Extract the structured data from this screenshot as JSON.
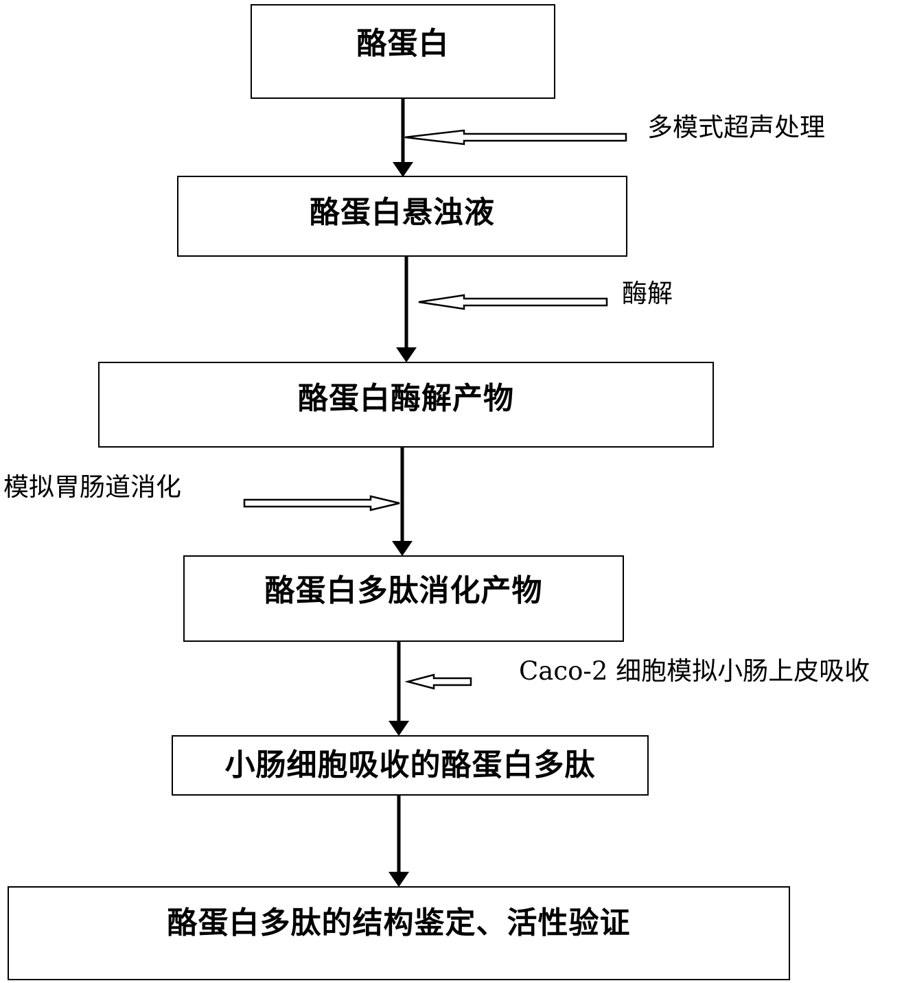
{
  "steps": [
    "酪蛋白",
    "酪蛋白悬浊液",
    "酪蛋白酶解产物",
    "酪蛋白多肽消化产物",
    "小肠细胞吸收的酪蛋白多肽",
    "酪蛋白多肽的结构鉴定、活性验证"
  ],
  "processes": [
    "多模式超声处理",
    "酶解",
    "模拟胃肠道消化",
    "Caco-2 细胞模拟小肠上皮吸收"
  ],
  "colors": {
    "stroke": "#000000",
    "background": "#ffffff"
  }
}
